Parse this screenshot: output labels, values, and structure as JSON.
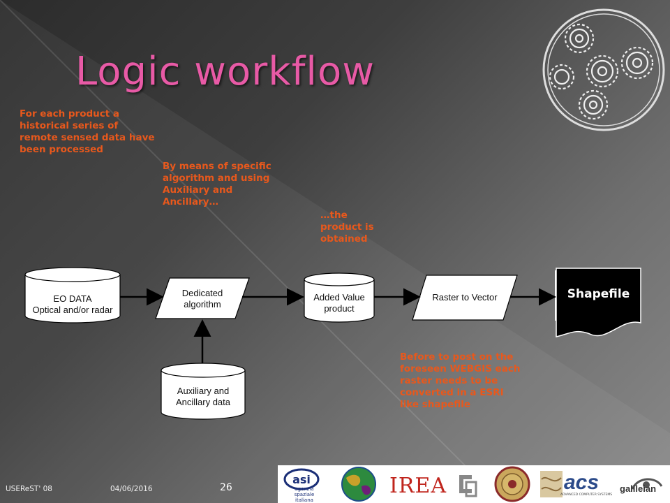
{
  "title": "Logic workflow",
  "notes": {
    "n1": "For each product a historical series of remote sensed data have been processed",
    "n2": "By means of specific algorithm and using Auxiliary and Ancillary…",
    "n3": "…the product is obtained",
    "n4": "Before to post on the foreseen WEBGIS each raster needs to be converted in a ESRI like shapefile"
  },
  "nodes": {
    "eo_data": {
      "line1": "EO DATA",
      "line2": "Optical and/or radar"
    },
    "algorithm": {
      "line1": "Dedicated",
      "line2": "algorithm"
    },
    "added_value": {
      "line1": "Added Value",
      "line2": "product"
    },
    "raster_vector": {
      "line1": "Raster to Vector"
    },
    "auxiliary": {
      "line1": "Auxiliary and",
      "line2": "Ancillary data"
    },
    "shapefile": {
      "line1": "Shapefile"
    }
  },
  "footer": {
    "left": "USEReST' 08",
    "date": "04/06/2016",
    "page": "26"
  },
  "logos": {
    "asi_text": "agenzia spaziale italiana",
    "irea": "IREA",
    "acs": "acs",
    "acs_sub": "ADVANCED COMPUTER SYSTEMS",
    "galileian": "galileian"
  },
  "colors": {
    "title": "#e85aa6",
    "notes": "#e8581c"
  }
}
